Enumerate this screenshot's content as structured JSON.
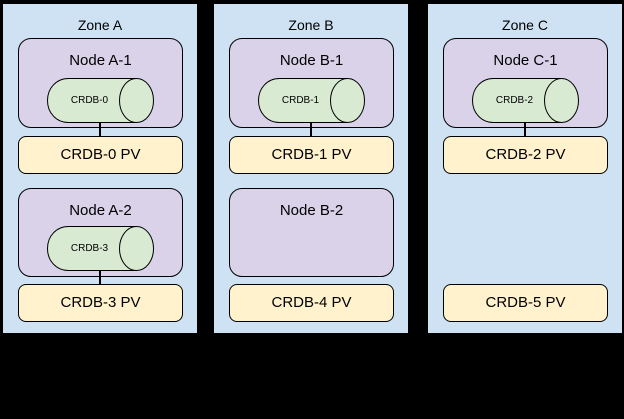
{
  "colors": {
    "background": "#000000",
    "zone_fill": "#cfe2f3",
    "node_fill": "#d9d2e9",
    "pod_fill": "#d9ead3",
    "pv_fill": "#fff2cc",
    "border": "#000000",
    "text": "#000000"
  },
  "zones": [
    {
      "label": "Zone A",
      "rows": [
        {
          "node": {
            "label": "Node A-1",
            "pod": "CRDB-0"
          },
          "pv": "CRDB-0 PV"
        },
        {
          "node": {
            "label": "Node A-2",
            "pod": "CRDB-3"
          },
          "pv": "CRDB-3 PV"
        }
      ]
    },
    {
      "label": "Zone B",
      "rows": [
        {
          "node": {
            "label": "Node B-1",
            "pod": "CRDB-1"
          },
          "pv": "CRDB-1 PV"
        },
        {
          "node": {
            "label": "Node B-2",
            "pod": null
          },
          "pv": "CRDB-4 PV"
        }
      ]
    },
    {
      "label": "Zone C",
      "rows": [
        {
          "node": {
            "label": "Node C-1",
            "pod": "CRDB-2"
          },
          "pv": "CRDB-2 PV"
        },
        {
          "node": null,
          "pv": "CRDB-5 PV"
        }
      ]
    }
  ]
}
